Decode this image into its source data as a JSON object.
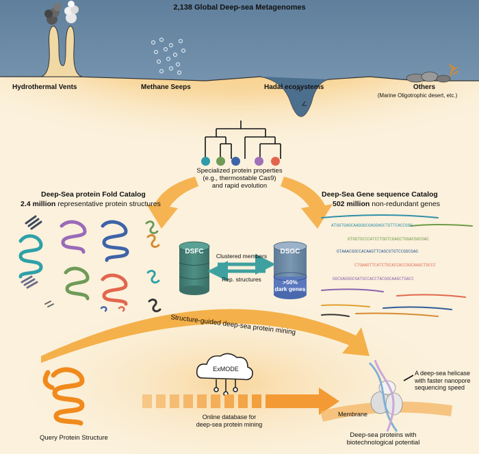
{
  "header": {
    "title": "2,138 Global Deep-sea Metagenomes"
  },
  "environments": {
    "vents": "Hydrothermal Vents",
    "seeps": "Methane Seeps",
    "hadal": "Hadal ecosystems",
    "others": "Others",
    "others_note": "(Marine Oligotrophic desert, etc.)"
  },
  "properties": {
    "line1": "Specialized protein properties",
    "line2": "(e.g., thermostable Cas9)",
    "line3": "and rapid evolution"
  },
  "dsfc_catalog": {
    "title": "Deep-Sea protein Fold Catalog",
    "count": "2.4 million",
    "desc": "representative protein structures"
  },
  "dsgc_catalog": {
    "title": "Deep-Sea Gene sequence Catalog",
    "count": "502 million",
    "desc": "non-redundant genes"
  },
  "databases": {
    "dsfc_label": "DSFC",
    "dsgc_label": "DSGC",
    "dsgc_note_line1": ">50%",
    "dsgc_note_line2": "dark genes",
    "arrow_to_dsgc": "Clustered members",
    "arrow_to_dsfc": "Rep. structures"
  },
  "sequences": [
    "ATGGTGAGCAAGGGCGAGGAGCTGTTCACCGGG",
    "GTGGTGCCCATCCTGGTCGAGCTGGACGGCGAC",
    "GTAAACGGCCACAAGTTCAGCGTGTCCGGCGAG",
    "CTGAAGTTCATCTGCACCACCGGCAAGCTGCCC",
    "GGCGAGGGCGATGCCACCTACGGCAAGCTGACC"
  ],
  "mining": {
    "arc_label": "Structure-guided deep-sea protein mining",
    "tool_name": "ExMODE",
    "tool_desc_line1": "Online database for",
    "tool_desc_line2": "deep-sea protein mining",
    "query_label": "Query Protein Structure",
    "membrane_label": "Membrane",
    "helicase_line1": "A deep-sea helicase",
    "helicase_line2": "with faster nanopore",
    "helicase_line3": "sequencing speed",
    "result_line1": "Deep-sea proteins with",
    "result_line2": "biotechnological potential"
  },
  "colors": {
    "ocean": "#6a8ba8",
    "seafloor": "#f0d9a4",
    "glow": "#f3a83a",
    "cylinder": "#46837a",
    "dsgc_top": "#6a88a6",
    "dsgc_bottom": "#5a78be",
    "arrow_teal": "#3fa0a0",
    "tree_leaves": [
      "#2e9aaa",
      "#6f9a58",
      "#3e63a8",
      "#a070b8",
      "#e2664e"
    ],
    "sequence_colors": [
      "#2f8fa8",
      "#6d9a48",
      "#2f5a98",
      "#e07060",
      "#8a60b0"
    ]
  }
}
